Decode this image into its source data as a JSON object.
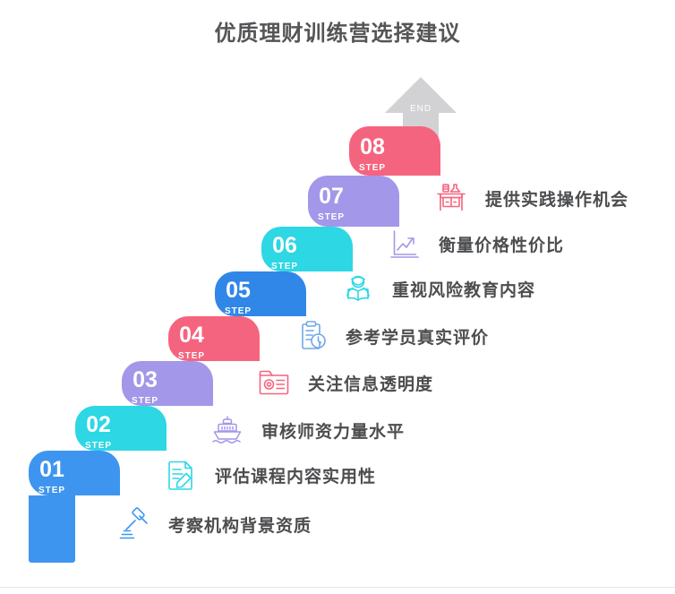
{
  "page": {
    "title": "优质理财训练营选择建议",
    "end_label": "END",
    "step_word": "STEP"
  },
  "colors": {
    "blue": "#3E95F0",
    "cyan": "#2DD7E4",
    "purple": "#A297E8",
    "pink": "#F5647E",
    "arrow_gray": "#D2D2D4",
    "title_text": "#545557",
    "row_text": "#4c4d4f"
  },
  "steps": [
    {
      "number": "01",
      "label": "STEP",
      "color": "#3E95F0"
    },
    {
      "number": "02",
      "label": "STEP",
      "color": "#2DD7E4"
    },
    {
      "number": "03",
      "label": "STEP",
      "color": "#A297E8"
    },
    {
      "number": "04",
      "label": "STEP",
      "color": "#F5647E"
    },
    {
      "number": "05",
      "label": "STEP",
      "color": "#3087E8"
    },
    {
      "number": "06",
      "label": "STEP",
      "color": "#2DD7E4"
    },
    {
      "number": "07",
      "label": "STEP",
      "color": "#A297E8"
    },
    {
      "number": "08",
      "label": "STEP",
      "color": "#F5647E"
    }
  ],
  "rows": [
    {
      "text": "考察机构背景资质",
      "icon": "gavel-icon",
      "color": "#3E95F0"
    },
    {
      "text": "评估课程内容实用性",
      "icon": "document-pencil-icon",
      "color": "#2DD7E4"
    },
    {
      "text": "审核师资力量水平",
      "icon": "ship-icon",
      "color": "#A297E8"
    },
    {
      "text": "关注信息透明度",
      "icon": "folder-card-icon",
      "color": "#F5647E"
    },
    {
      "text": "参考学员真实评价",
      "icon": "clipboard-clock-icon",
      "color": "#6FA8E8"
    },
    {
      "text": "重视风险教育内容",
      "icon": "person-reading-icon",
      "color": "#2DD7E4"
    },
    {
      "text": "衡量价格性价比",
      "icon": "line-chart-icon",
      "color": "#A297E8"
    },
    {
      "text": "提供实践操作机会",
      "icon": "lab-table-icon",
      "color": "#F5647E"
    }
  ]
}
